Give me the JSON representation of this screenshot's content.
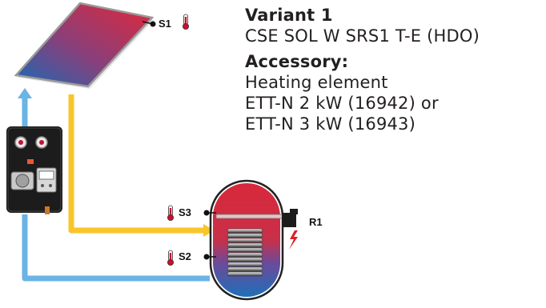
{
  "variant": {
    "title": "Variant 1",
    "model": "CSE SOL W SRS1 T-E (HDO)"
  },
  "accessory": {
    "heading": "Accessory:",
    "lines": [
      "Heating element",
      "ETT-N 2 kW (16942) or",
      "ETT-N 3 kW (16943)"
    ]
  },
  "sensors": {
    "s1": "S1",
    "s2": "S2",
    "s3": "S3"
  },
  "heater_label": "R1",
  "colors": {
    "hot_pipe": "#f9c52b",
    "cold_pipe": "#6ab4e6",
    "hot_gradient": "#d8283a",
    "cold_gradient": "#1f6fb8",
    "thermometer": "#c8102e",
    "station_body": "#1c1c1c"
  },
  "icons": {
    "collector": "solar-collector-icon",
    "tank": "storage-tank-icon",
    "station": "pump-station-icon",
    "thermometer": "thermometer-icon",
    "heater": "heating-element-icon",
    "lightning": "lightning-icon"
  }
}
